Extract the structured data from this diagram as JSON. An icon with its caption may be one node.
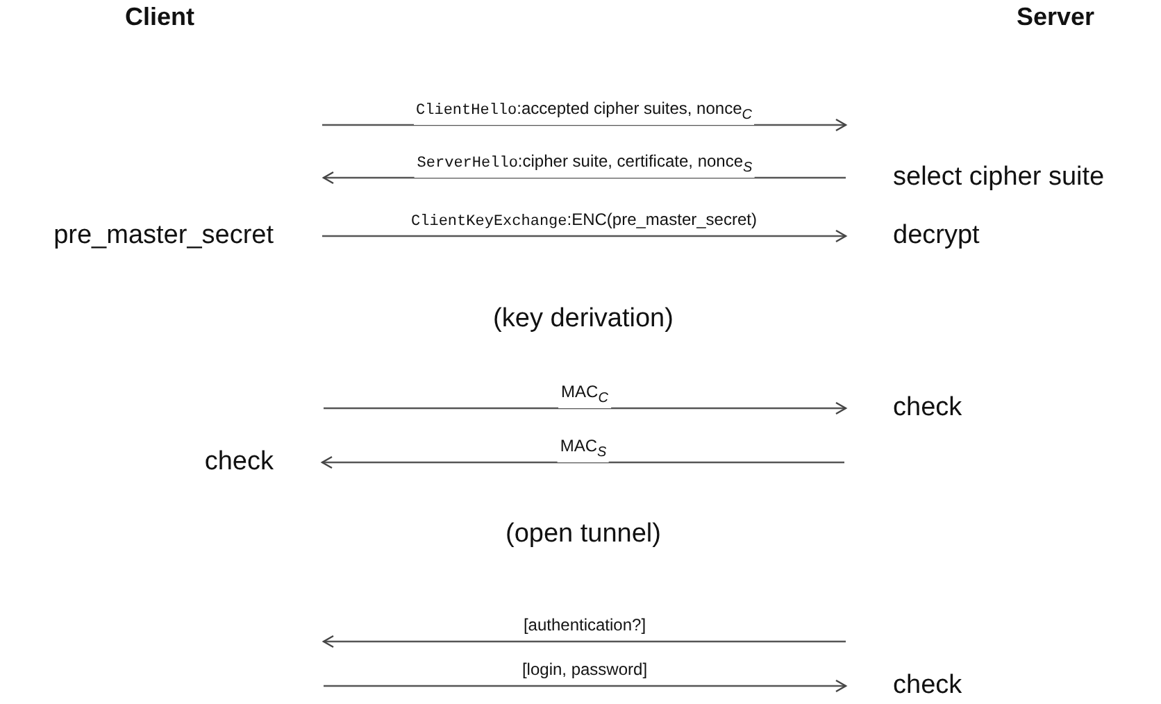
{
  "diagram": {
    "nodes": [
      {
        "text": [
          "Client"
        ]
      },
      {
        "text": [
          "Server"
        ]
      },
      {
        "text": [
          "select cipher suite"
        ],
        "in": 1
      },
      {
        "text": [
          "pre_master_secret"
        ],
        "in": 0
      },
      {
        "text": [
          "decrypt"
        ],
        "in": 1
      },
      {
        "text": [
          "check"
        ],
        "in": 1
      },
      {
        "text": [
          "check"
        ],
        "in": 0
      },
      {
        "text": [
          "check"
        ],
        "in": 1
      }
    ],
    "edges": [
      {
        "from": 0,
        "to": 1,
        "arrow": "to",
        "label": "ClientHello:accepted cipher suites, nonce$_{C}$"
      },
      {
        "from": 2,
        "to": null,
        "arrow": "to",
        "label": "ServerHello:cipher suite, certificate, nonce$_{S}$"
      },
      {
        "from": 3,
        "to": 4,
        "arrow": "to",
        "label": "ClientKeyExchange:ENC(pre_master_secret)"
      },
      {
        "from": null,
        "to": 5,
        "arrow": "to",
        "label": "MAC$_{C}$"
      },
      {
        "from": null,
        "to": 6,
        "arrow": "to",
        "label": "MAC$_{S}$"
      },
      {
        "from": 1,
        "to": null,
        "arrow": "to",
        "label": "[authentication?]"
      },
      {
        "from": null,
        "to": 7,
        "arrow": "to",
        "label": "[login, password]"
      }
    ],
    "labels": [
      "(key derivation)",
      "(open tunnel)"
    ]
  }
}
